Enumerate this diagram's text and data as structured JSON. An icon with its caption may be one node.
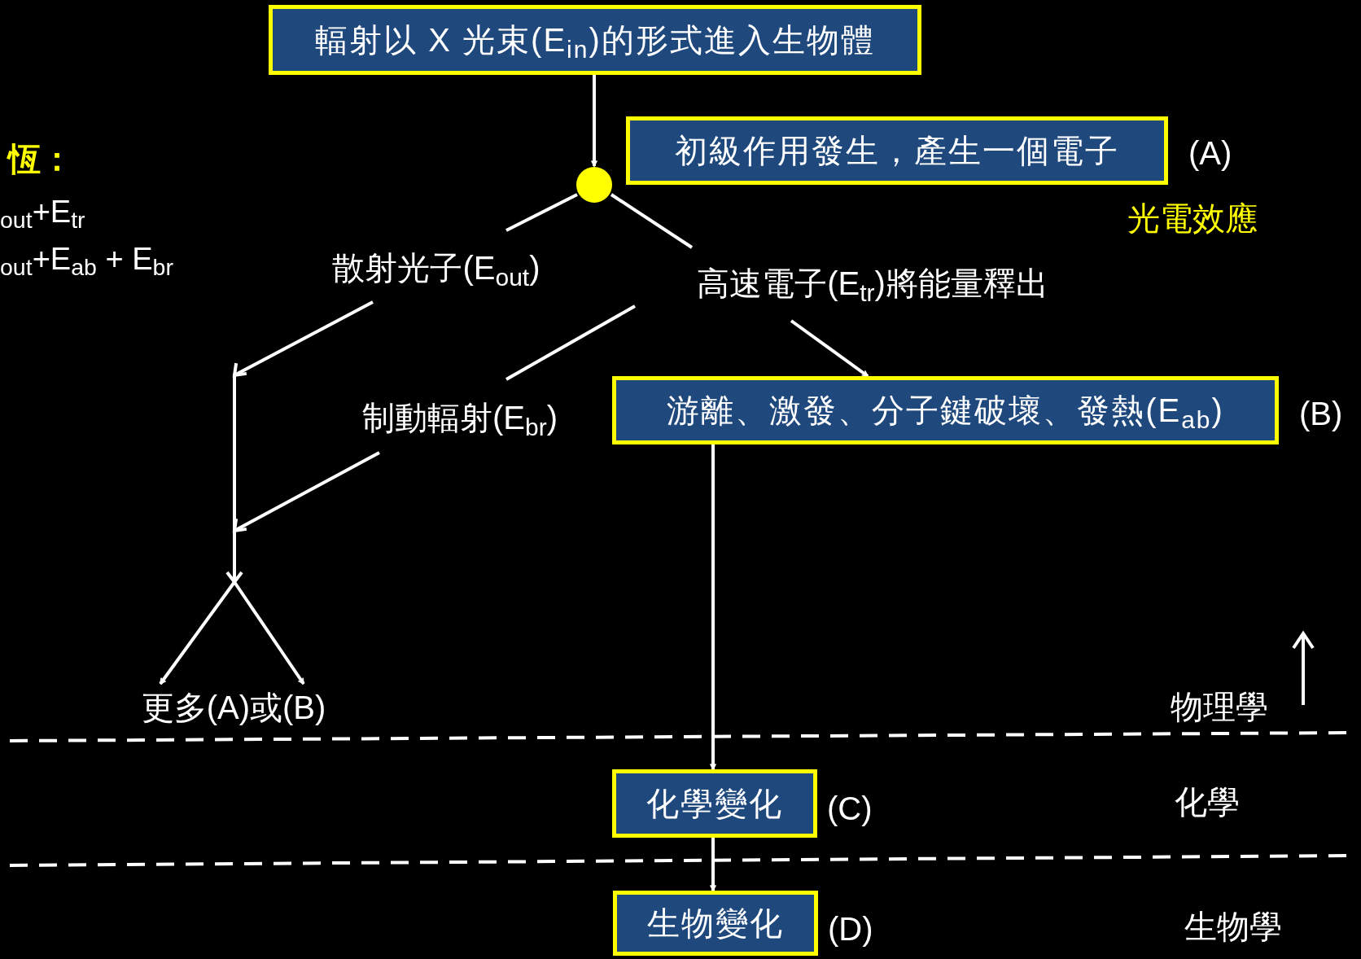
{
  "diagram": {
    "nodes": [
      {
        "text": [
          "輻射以 X 光束(E$_{in}$)的形式進入生物體"
        ]
      },
      {
        "text": [],
        "shape": "circle"
      },
      {
        "text": [
          "初級作用發生，產生一個電子"
        ],
        "beside": [
          "(A)",
          "光電效應"
        ]
      },
      {
        "text": [
          "散射光子(E$_{out}$)"
        ]
      },
      {
        "text": [
          "高速電子(E$_{tr}$)將能量釋出"
        ]
      },
      {
        "text": [
          "制動輻射(E$_{br}$)"
        ]
      },
      {
        "text": [
          "游離、激發、分子鍵破壞、發熱(E$_{ab}$)"
        ],
        "beside": [
          "(B)"
        ]
      },
      {
        "text": [
          "更多(A)或(B)"
        ]
      },
      {
        "text": [
          "化學變化"
        ],
        "beside": [
          "(C)"
        ]
      },
      {
        "text": [
          "生物變化"
        ],
        "beside": [
          "(D)"
        ]
      }
    ],
    "edges": [
      {
        "from": 0,
        "to": 1,
        "arrow": "to"
      },
      {
        "from": 1,
        "to": 3,
        "arrow": "none"
      },
      {
        "from": 1,
        "to": 4,
        "arrow": "none"
      },
      {
        "from": 3,
        "to": 7,
        "arrow": "to"
      },
      {
        "from": 4,
        "to": 5,
        "arrow": "none"
      },
      {
        "from": 5,
        "to": 7,
        "arrow": "to"
      },
      {
        "from": 4,
        "to": 6,
        "arrow": "to"
      },
      {
        "from": 6,
        "to": 8,
        "arrow": "to"
      },
      {
        "from": 8,
        "to": 9,
        "arrow": "to"
      }
    ],
    "labels": [
      "恆：",
      "$_{out}$+E$_{tr}$",
      "$_{out}$+E$_{ab}$ + E$_{br}$",
      "物理學",
      "化學",
      "生物學"
    ]
  }
}
